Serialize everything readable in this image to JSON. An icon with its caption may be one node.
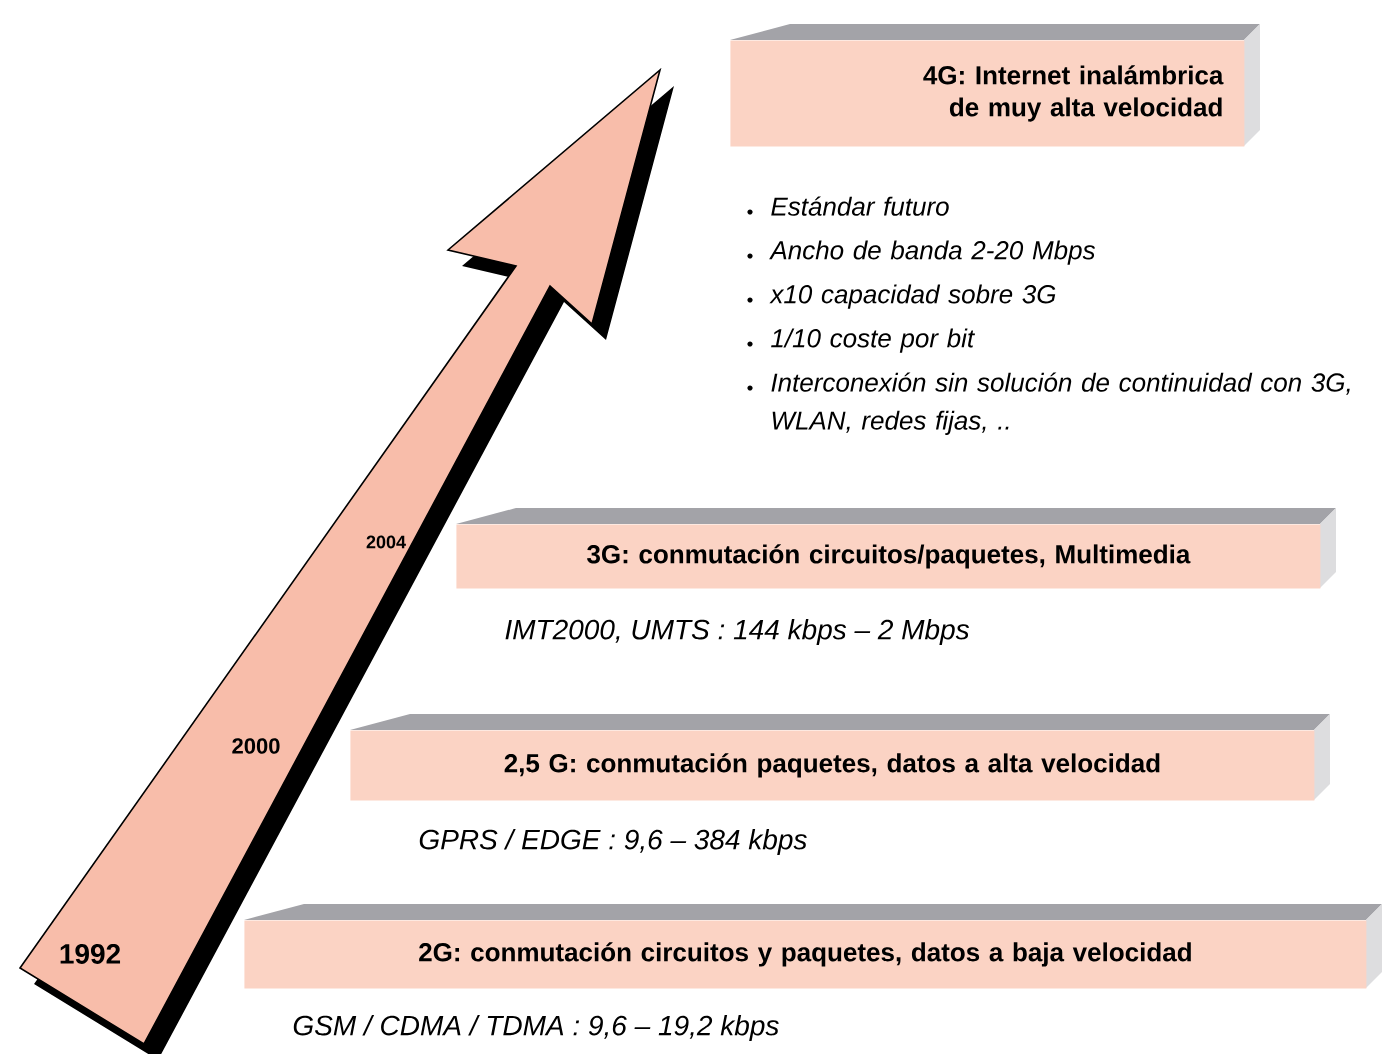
{
  "diagram": {
    "nodes": [
      {
        "text": [
          "4G: Internet inalámbrica de muy alta velocidad"
        ],
        "beside": [
          "Estándar futuro",
          "Ancho de banda 2-20 Mbps",
          "x10 capacidad sobre 3G",
          "1/10 coste por bit",
          "Interconexión sin solución de continuidad con 3G, WLAN, redes fijas, .."
        ]
      },
      {
        "text": [
          "3G: conmutación circuitos/paquetes, Multimedia"
        ],
        "beside": [
          "IMT2000, UMTS :  144 kbps – 2 Mbps"
        ]
      },
      {
        "text": [
          "2,5 G: conmutación paquetes, datos a alta velocidad"
        ],
        "beside": [
          "GPRS / EDGE  :  9,6 – 384 kbps"
        ]
      },
      {
        "text": [
          "2G: conmutación circuitos y paquetes, datos a baja velocidad"
        ],
        "beside": [
          "GSM / CDMA / TDMA :  9,6 – 19,2 kbps"
        ]
      }
    ],
    "labels": [
      "2004",
      "2000",
      "1992"
    ]
  }
}
